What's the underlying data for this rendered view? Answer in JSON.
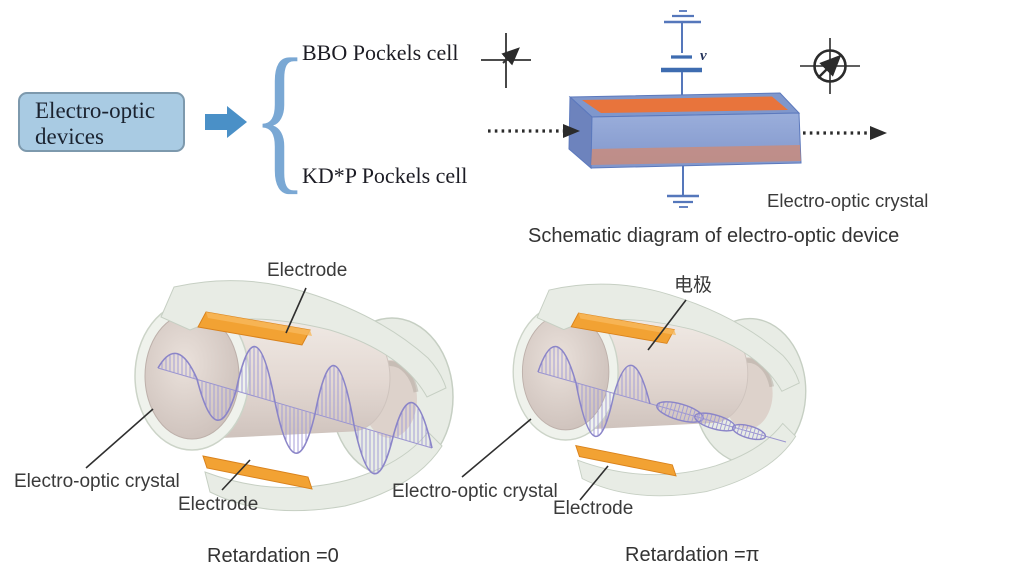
{
  "flow": {
    "box_label": "Electro-optic devices",
    "brace_glyph": "{",
    "branches": [
      {
        "label": "BBO Pockels cell"
      },
      {
        "label": "KD*P Pockels cell"
      }
    ]
  },
  "schematic": {
    "voltage_label": "v",
    "crystal_label": "Electro-optic crystal",
    "caption": "Schematic diagram of electro-optic device",
    "icons": [
      "ground-icon",
      "battery-icon",
      "linear-polarization-icon",
      "rotated-polarization-icon",
      "dotted-beam-arrow",
      "electro-optic-crystal-box"
    ]
  },
  "cells": {
    "left": {
      "electrode_top_label": "Electrode",
      "crystal_label": "Electro-optic crystal",
      "electrode_bottom_label": "Electrode",
      "caption": "Retardation =0"
    },
    "right": {
      "electrode_top_label": "电极",
      "crystal_label": "Electro-optic crystal",
      "electrode_bottom_label": "Electrode",
      "caption": "Retardation =π"
    }
  },
  "colors": {
    "flow_box_fill": "#a9cbe3",
    "flow_box_border": "#7d99ad",
    "flow_arrow_blue": "#4a90c7",
    "brace_blue": "#7aa8d4",
    "crystal_face_blue": "#8fa6d6",
    "electrode_orange": "#f2a233",
    "wave_purple": "#8b85c8",
    "shell_white_green": "#e8ece5",
    "inner_crystal_pink": "#e0d5cf",
    "circuit_blue": "#5577bb",
    "label_text": "#3a3a3a"
  }
}
